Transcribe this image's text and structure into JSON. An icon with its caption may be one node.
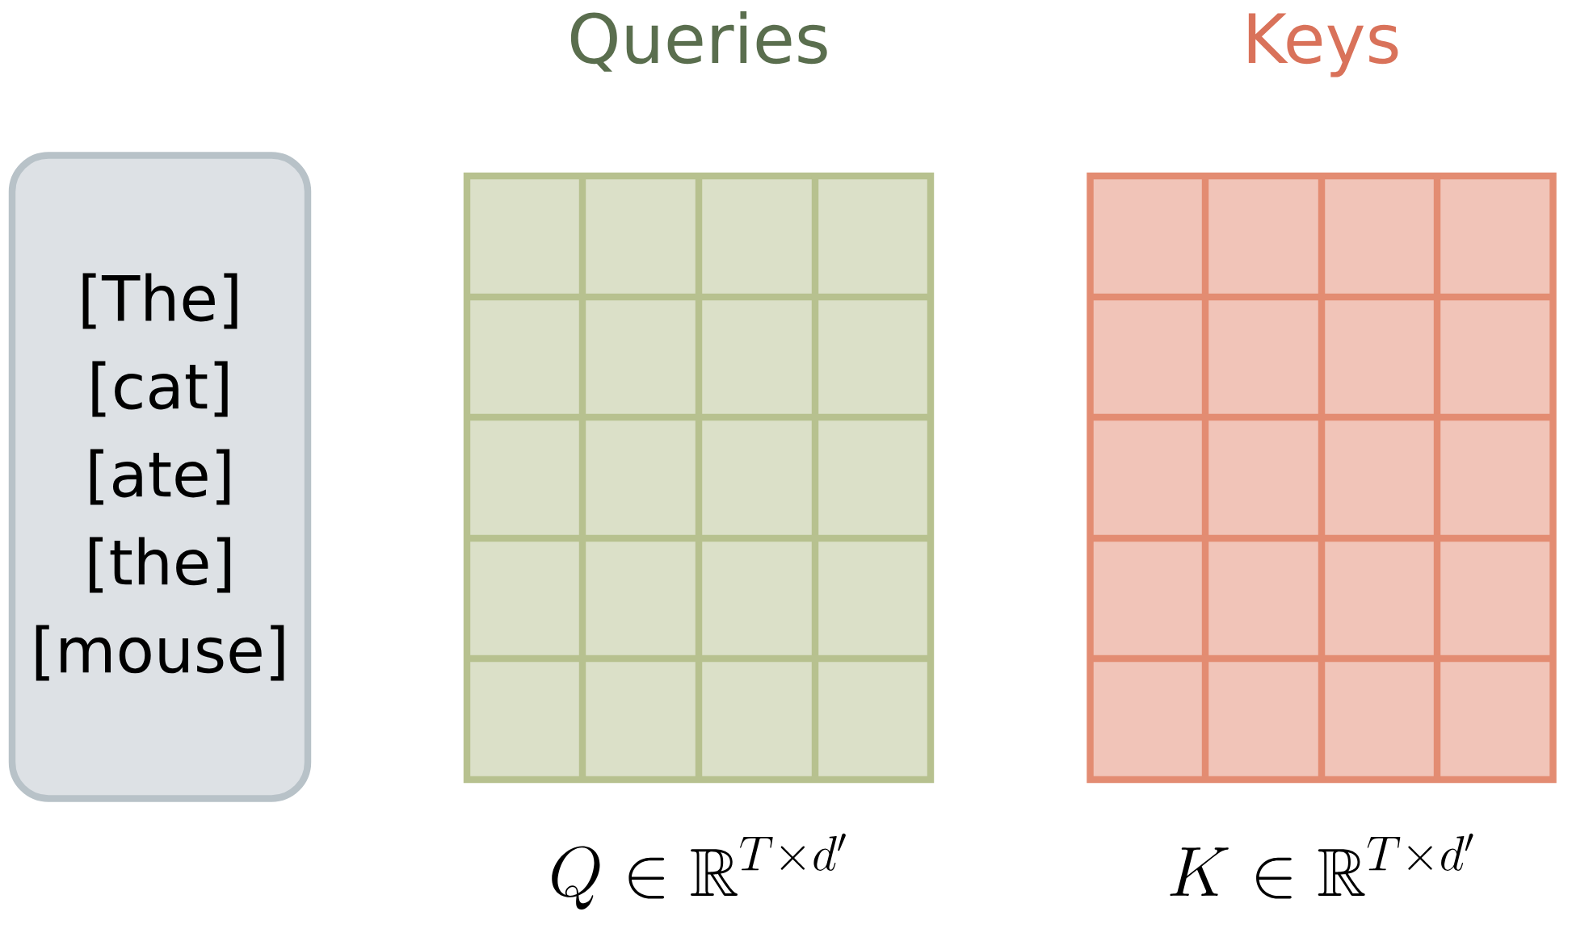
{
  "diagram": {
    "nodes": [
      {
        "text": [
          "[The]",
          "[cat]",
          "[ate]",
          "[the]",
          "[mouse]"
        ]
      },
      {
        "text": [
          "Queries"
        ],
        "beside": [
          "Q \\in \\mathbb{R}^{T\\times d'}"
        ]
      },
      {
        "text": [
          "Keys"
        ],
        "beside": [
          "K \\in \\mathbb{R}^{T\\times d'}"
        ]
      }
    ]
  }
}
